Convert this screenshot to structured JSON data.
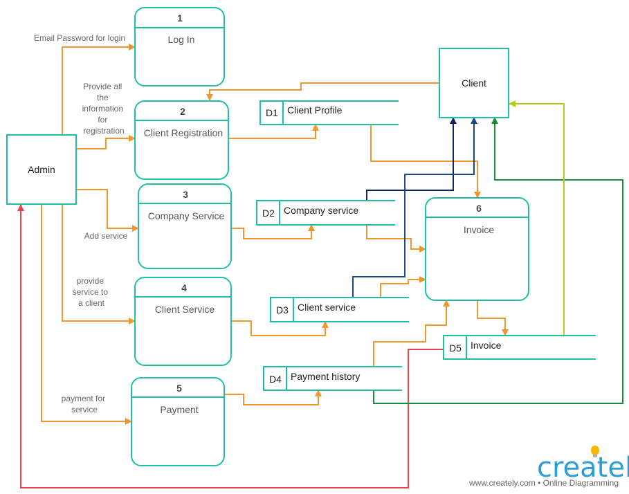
{
  "colors": {
    "process_border": "#1fbfa6",
    "flow_orange": "#f0962e",
    "flow_red": "#e8424b",
    "flow_navy": "#0d2a5c",
    "flow_blue": "#1a4a8c",
    "flow_green": "#1a8c3c",
    "flow_lime": "#b5cc22",
    "brand_blue": "#2a9fd6",
    "bulb_yellow": "#f5b800"
  },
  "entities": {
    "admin": "Admin",
    "client": "Client"
  },
  "processes": [
    {
      "num": "1",
      "name": "Log In"
    },
    {
      "num": "2",
      "name": "Client Registration"
    },
    {
      "num": "3",
      "name": "Company Service"
    },
    {
      "num": "4",
      "name": "Client Service"
    },
    {
      "num": "5",
      "name": "Payment"
    },
    {
      "num": "6",
      "name": "Invoice"
    }
  ],
  "stores": [
    {
      "id": "D1",
      "name": "Client Profile"
    },
    {
      "id": "D2",
      "name": "Company service"
    },
    {
      "id": "D3",
      "name": "Client service"
    },
    {
      "id": "D4",
      "name": "Payment history"
    },
    {
      "id": "D5",
      "name": "Invoice"
    }
  ],
  "flow_labels": {
    "login": [
      "Email Password for login"
    ],
    "registration": [
      "Provide all",
      "the",
      "information",
      "for",
      "registration"
    ],
    "add_service": [
      "Add service"
    ],
    "provide_service": [
      "provide",
      "service to",
      "a client"
    ],
    "payment": [
      "payment for",
      "service"
    ]
  },
  "branding": {
    "logo_text": "creately",
    "tagline": "www.creately.com • Online Diagramming"
  }
}
